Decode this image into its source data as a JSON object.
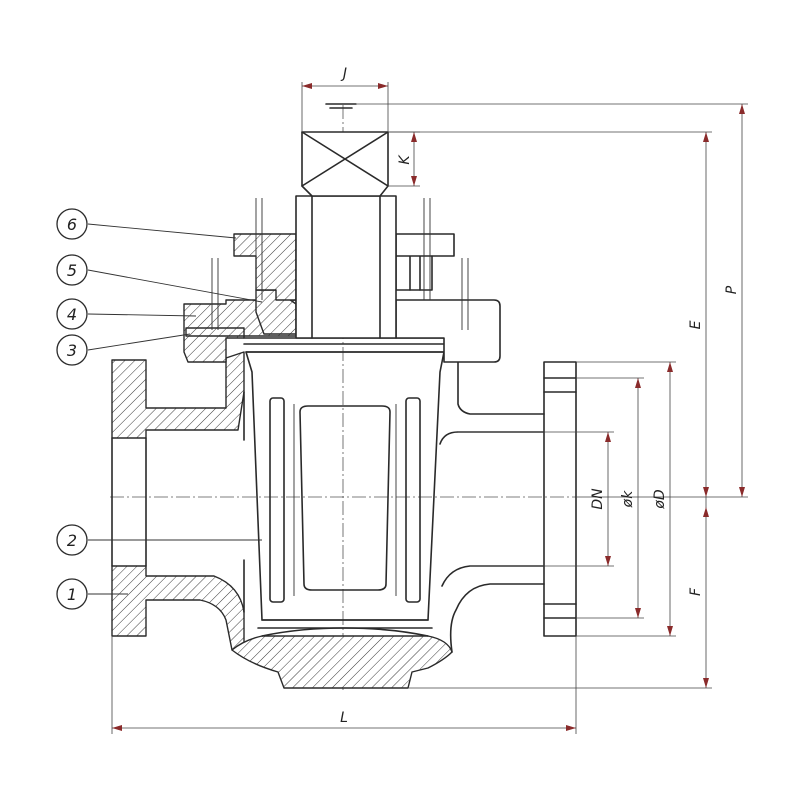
{
  "parts": [
    {
      "id": "part-1",
      "label": "1"
    },
    {
      "id": "part-2",
      "label": "2"
    },
    {
      "id": "part-3",
      "label": "3"
    },
    {
      "id": "part-4",
      "label": "4"
    },
    {
      "id": "part-5",
      "label": "5"
    },
    {
      "id": "part-6",
      "label": "6"
    }
  ],
  "dimensions": {
    "J": "J",
    "K": "K",
    "E": "E",
    "P": "P",
    "F": "F",
    "L": "L",
    "DN": "DN",
    "k": "øk",
    "D": "øD"
  },
  "colors": {
    "line": "#2a2a2a",
    "arrow": "#8a2b2b"
  }
}
